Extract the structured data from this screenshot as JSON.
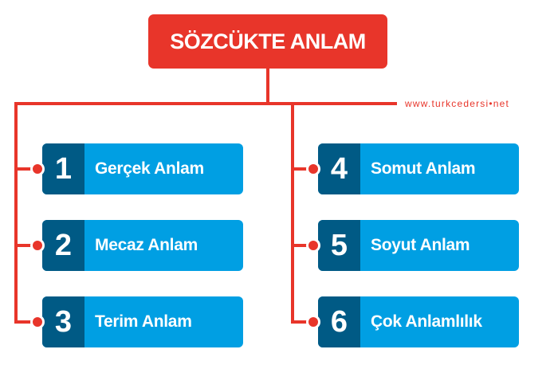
{
  "title": "SÖZCÜKTE ANLAM",
  "watermark": "www.turkcedersi•net",
  "colors": {
    "accent": "#E8352A",
    "number_bg": "#005A85",
    "box_bg": "#009FE3"
  },
  "items": [
    {
      "number": "1",
      "label": "Gerçek Anlam"
    },
    {
      "number": "2",
      "label": "Mecaz Anlam"
    },
    {
      "number": "3",
      "label": "Terim Anlam"
    },
    {
      "number": "4",
      "label": "Somut Anlam"
    },
    {
      "number": "5",
      "label": "Soyut Anlam"
    },
    {
      "number": "6",
      "label": "Çok Anlamlılık"
    }
  ]
}
